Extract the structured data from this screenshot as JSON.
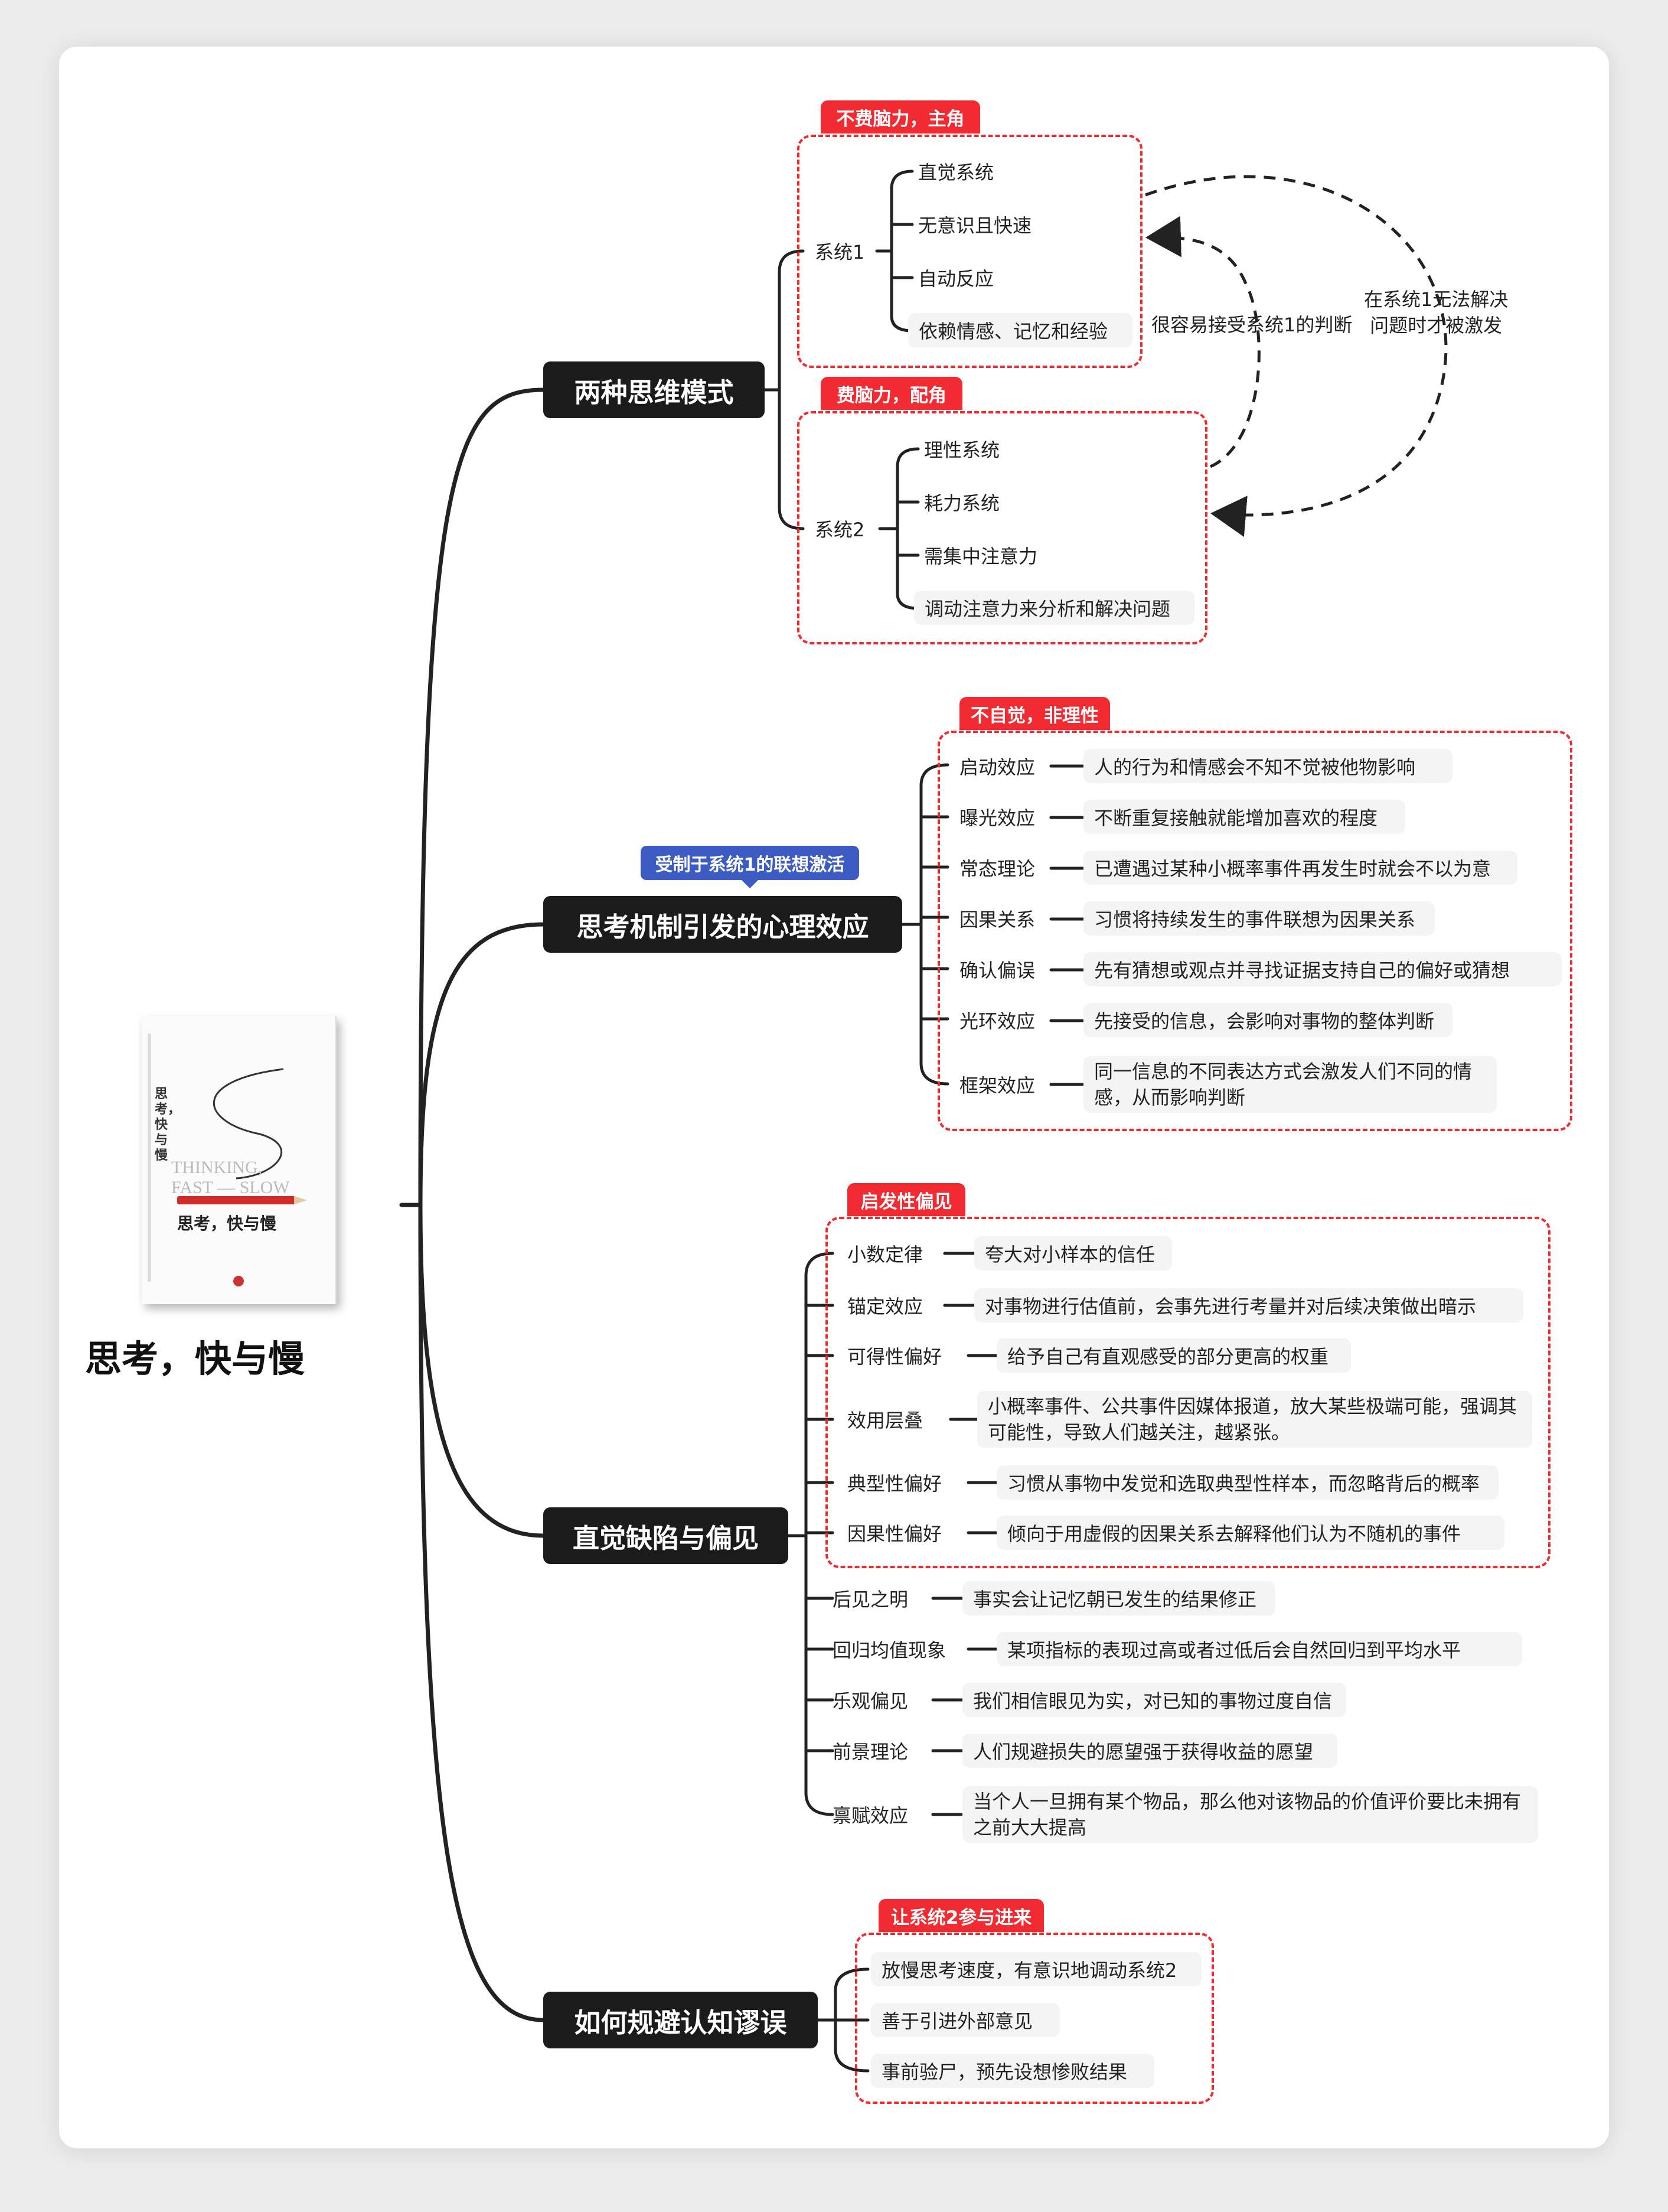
{
  "book": {
    "title": "思考，快与慢",
    "cover_title": "思考，快与慢",
    "cover_en_1": "THINKING,",
    "cover_en_2": "FAST",
    "cover_en_3": "SLOW",
    "cover_side": "思考，快与慢"
  },
  "branches": {
    "b1": {
      "label": "两种思维模式",
      "group1": {
        "tag": "不费脑力，主角",
        "node": "系统1",
        "items": [
          "直觉系统",
          "无意识且快速",
          "自动反应",
          "依赖情感、记忆和经验"
        ]
      },
      "group2": {
        "tag": "费脑力，配角",
        "node": "系统2",
        "items": [
          "理性系统",
          "耗力系统",
          "需集中注意力",
          "调动注意力来分析和解决问题"
        ]
      },
      "note_left": "很容易接受系统1的判断",
      "note_right": "在系统1无法解决\n问题时才被激发"
    },
    "b2": {
      "label": "思考机制引发的心理效应",
      "annotation": "受制于系统1的联想激活",
      "tag": "不自觉，非理性",
      "items": [
        {
          "name": "启动效应",
          "desc": "人的行为和情感会不知不觉被他物影响"
        },
        {
          "name": "曝光效应",
          "desc": "不断重复接触就能增加喜欢的程度"
        },
        {
          "name": "常态理论",
          "desc": "已遭遇过某种小概率事件再发生时就会不以为意"
        },
        {
          "name": "因果关系",
          "desc": "习惯将持续发生的事件联想为因果关系"
        },
        {
          "name": "确认偏误",
          "desc": "先有猜想或观点并寻找证据支持自己的偏好或猜想"
        },
        {
          "name": "光环效应",
          "desc": "先接受的信息，会影响对事物的整体判断"
        },
        {
          "name": "框架效应",
          "desc": "同一信息的不同表达方式会激发人们不同的情感，从而影响判断"
        }
      ]
    },
    "b3": {
      "label": "直觉缺陷与偏见",
      "tag": "启发性偏见",
      "boxed": [
        {
          "name": "小数定律",
          "desc": "夸大对小样本的信任"
        },
        {
          "name": "锚定效应",
          "desc": "对事物进行估值前，会事先进行考量并对后续决策做出暗示"
        },
        {
          "name": "可得性偏好",
          "desc": "给予自己有直观感受的部分更高的权重"
        },
        {
          "name": "效用层叠",
          "desc": "小概率事件、公共事件因媒体报道，放大某些极端可能，强调其可能性，导致人们越关注，越紧张。"
        },
        {
          "name": "典型性偏好",
          "desc": "习惯从事物中发觉和选取典型性样本，而忽略背后的概率"
        },
        {
          "name": "因果性偏好",
          "desc": "倾向于用虚假的因果关系去解释他们认为不随机的事件"
        }
      ],
      "others": [
        {
          "name": "后见之明",
          "desc": "事实会让记忆朝已发生的结果修正"
        },
        {
          "name": "回归均值现象",
          "desc": "某项指标的表现过高或者过低后会自然回归到平均水平"
        },
        {
          "name": "乐观偏见",
          "desc": "我们相信眼见为实，对已知的事物过度自信"
        },
        {
          "name": "前景理论",
          "desc": "人们规避损失的愿望强于获得收益的愿望"
        },
        {
          "name": "禀赋效应",
          "desc": "当个人一旦拥有某个物品，那么他对该物品的价值评价要比未拥有之前大大提高"
        }
      ]
    },
    "b4": {
      "label": "如何规避认知谬误",
      "tag": "让系统2参与进来",
      "items": [
        "放慢思考速度，有意识地调动系统2",
        "善于引进外部意见",
        "事前验尸，预先设想惨败结果"
      ]
    }
  },
  "colors": {
    "accent_red": "#f22a31",
    "annotation_blue": "#3c5cc4",
    "main_node": "#1b1b1b",
    "pill_bg": "#f4f4f4"
  }
}
